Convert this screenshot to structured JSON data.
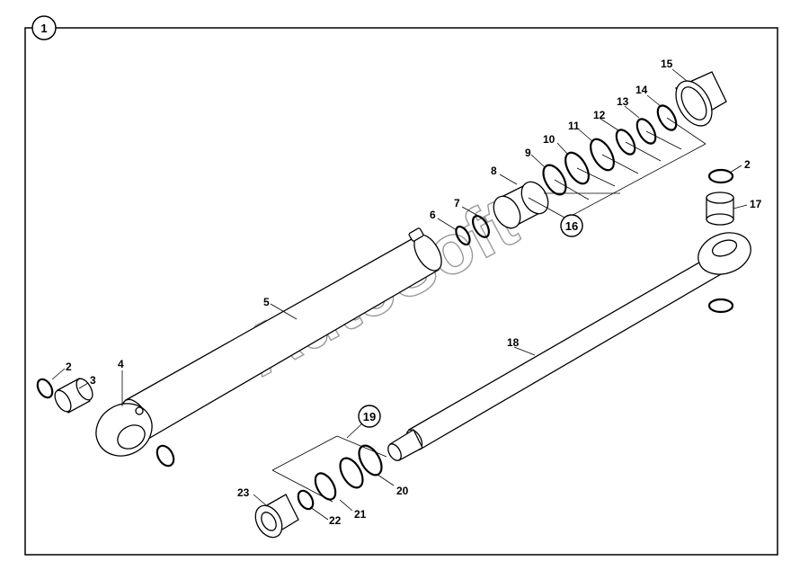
{
  "figure": {
    "number": "1"
  },
  "watermark": "AutoSoft",
  "parts": {
    "p2a": "2",
    "p2b": "2",
    "p3": "3",
    "p4": "4",
    "p5": "5",
    "p6": "6",
    "p7": "7",
    "p8": "8",
    "p9": "9",
    "p10": "10",
    "p11": "11",
    "p12": "12",
    "p13": "13",
    "p14": "14",
    "p15": "15",
    "p16": "16",
    "p17": "17",
    "p18": "18",
    "p19": "19",
    "p20": "20",
    "p21": "21",
    "p22": "22",
    "p23": "23"
  }
}
